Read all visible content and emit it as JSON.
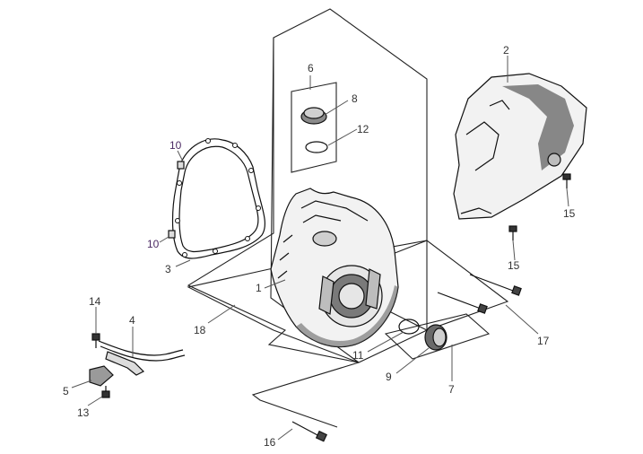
{
  "diagram": {
    "callouts": {
      "c1": "1",
      "c2": "2",
      "c3": "3",
      "c4": "4",
      "c5": "5",
      "c6": "6",
      "c7": "7",
      "c8": "8",
      "c9": "9",
      "c10a": "10",
      "c10b": "10",
      "c11": "11",
      "c12": "12",
      "c13": "13",
      "c14": "14",
      "c15a": "15",
      "c15b": "15",
      "c16": "16",
      "c17": "17",
      "c18": "18"
    },
    "colors": {
      "callout_text": "#333333",
      "callout_text_purple": "#4b2a63",
      "line": "#111111",
      "part_fill": "#f2f2f2",
      "part_shade": "#5a5a5a"
    }
  }
}
